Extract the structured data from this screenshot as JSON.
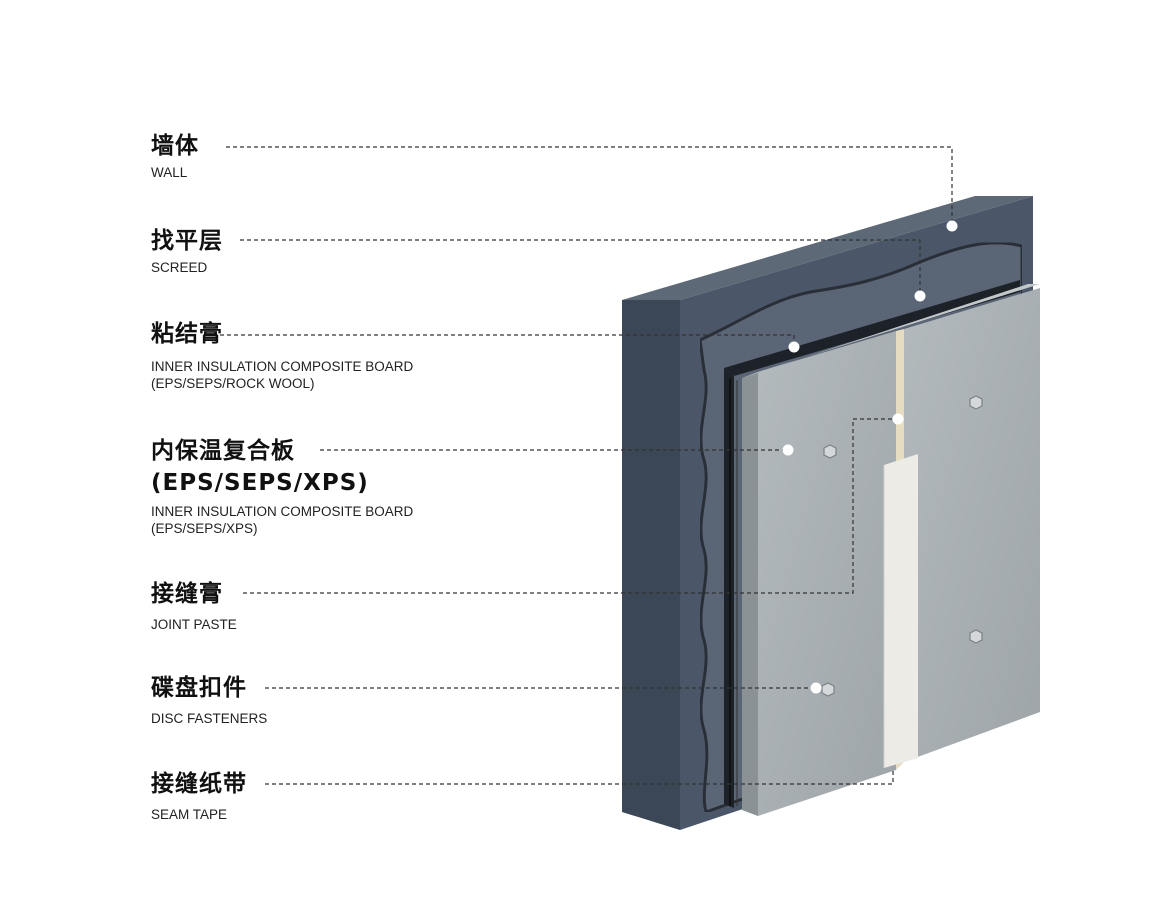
{
  "layers": [
    {
      "zh": "墙体",
      "en": "WALL"
    },
    {
      "zh": "找平层",
      "en": "SCREED"
    },
    {
      "zh": "粘结膏",
      "en": "INNER INSULATION COMPOSITE BOARD",
      "en2": "(EPS/SEPS/ROCK WOOL)"
    },
    {
      "zh": "内保温复合板",
      "zh2": "(EPS/SEPS/XPS)",
      "en": "INNER INSULATION COMPOSITE BOARD",
      "en2": "(EPS/SEPS/XPS)"
    },
    {
      "zh": "接缝膏",
      "en": "JOINT PASTE"
    },
    {
      "zh": "碟盘扣件",
      "en": "DISC FASTENERS"
    },
    {
      "zh": "接缝纸带",
      "en": "SEAM TAPE"
    }
  ],
  "colors": {
    "wall_front": "#4a5668",
    "wall_top": "#5d6877",
    "wall_side": "#3a4555",
    "screed": "#6b7585",
    "board_front": "#a9b0b3",
    "board_side": "#8a9196",
    "tape": "#eceae4",
    "leader": "#333333",
    "dot": "#ffffff"
  }
}
